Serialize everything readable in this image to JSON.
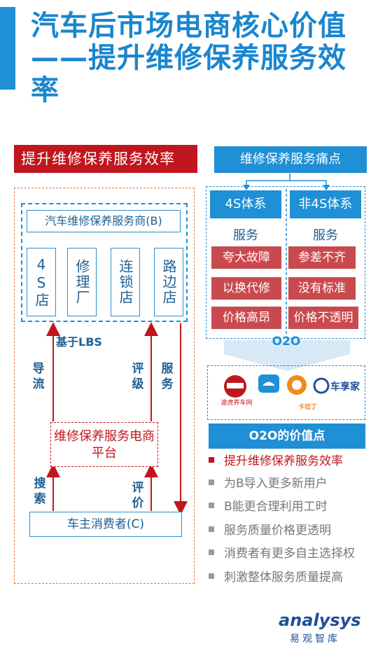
{
  "title": "汽车后市场电商核心价值——提升维修保养服务效率",
  "left": {
    "header": "提升维修保养服务效率",
    "provider_label": "汽车维修保养服务商(B)",
    "stores": [
      "4S店",
      "修理厂",
      "连锁店",
      "路边店"
    ],
    "lbs_label": "基于LBS",
    "flow_labels": {
      "guide": "导流",
      "rating_top": "评级",
      "service": "服务",
      "search": "搜索",
      "review": "评价"
    },
    "platform_label": "维修保养服务电商平台",
    "consumer_label": "车主消费者(C)"
  },
  "right": {
    "pain_header": "维修保养服务痛点",
    "systems": [
      {
        "name": "4S体系",
        "service_label": "服务",
        "issues": [
          "夸大故障",
          "以换代修",
          "价格高昂"
        ]
      },
      {
        "name": "非4S体系",
        "service_label": "服务",
        "issues": [
          "参差不齐",
          "没有标准",
          "价格不透明"
        ]
      }
    ],
    "o2o_label": "O2O",
    "logos": [
      "途虎养车网",
      "卡拉丁",
      "车享家"
    ],
    "value_header": "O2O的价值点",
    "value_points": [
      "提升维修保养服务效率",
      "为B导入更多新用户",
      "B能更合理利用工时",
      "服务质量价格更透明",
      "消费者有更多自主选择权",
      "刺激整体服务质量提高"
    ]
  },
  "brand": {
    "name": "analysys",
    "name_cn": "易观智库"
  },
  "colors": {
    "primary": "#1f8fd6",
    "accent_red": "#c0161d",
    "issue_red": "#c94a4e"
  }
}
